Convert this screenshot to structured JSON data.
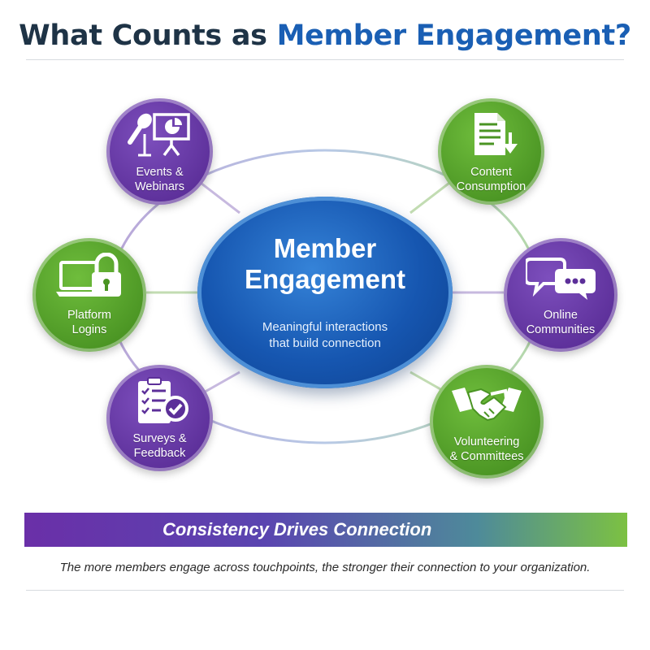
{
  "header": {
    "title_part1": "What Counts as ",
    "title_part2": "Member Engagement?"
  },
  "colors": {
    "purple": "#5c2f99",
    "green": "#4a9423",
    "blue": "#1656b0",
    "title_dark": "#1e3346",
    "title_accent": "#1a5fb4"
  },
  "center": {
    "title": "Member\nEngagement",
    "subtitle": "Meaningful interactions\nthat build connection"
  },
  "nodes": [
    {
      "label": "Events &\nWebinars",
      "icon": "microphone-presentation-icon",
      "color": "purple"
    },
    {
      "label": "Content\nConsumption",
      "icon": "document-download-icon",
      "color": "green"
    },
    {
      "label": "Platform\nLogins",
      "icon": "laptop-lock-icon",
      "color": "green"
    },
    {
      "label": "Online\nCommunities",
      "icon": "chat-bubbles-icon",
      "color": "purple"
    },
    {
      "label": "Surveys &\nFeedback",
      "icon": "checklist-icon",
      "color": "purple"
    },
    {
      "label": "Volunteering\n& Committees",
      "icon": "handshake-icon",
      "color": "green"
    }
  ],
  "banner": {
    "text": "Consistency Drives Connection"
  },
  "footer": {
    "text": "The more members engage across touchpoints, the stronger their connection to your organization."
  }
}
